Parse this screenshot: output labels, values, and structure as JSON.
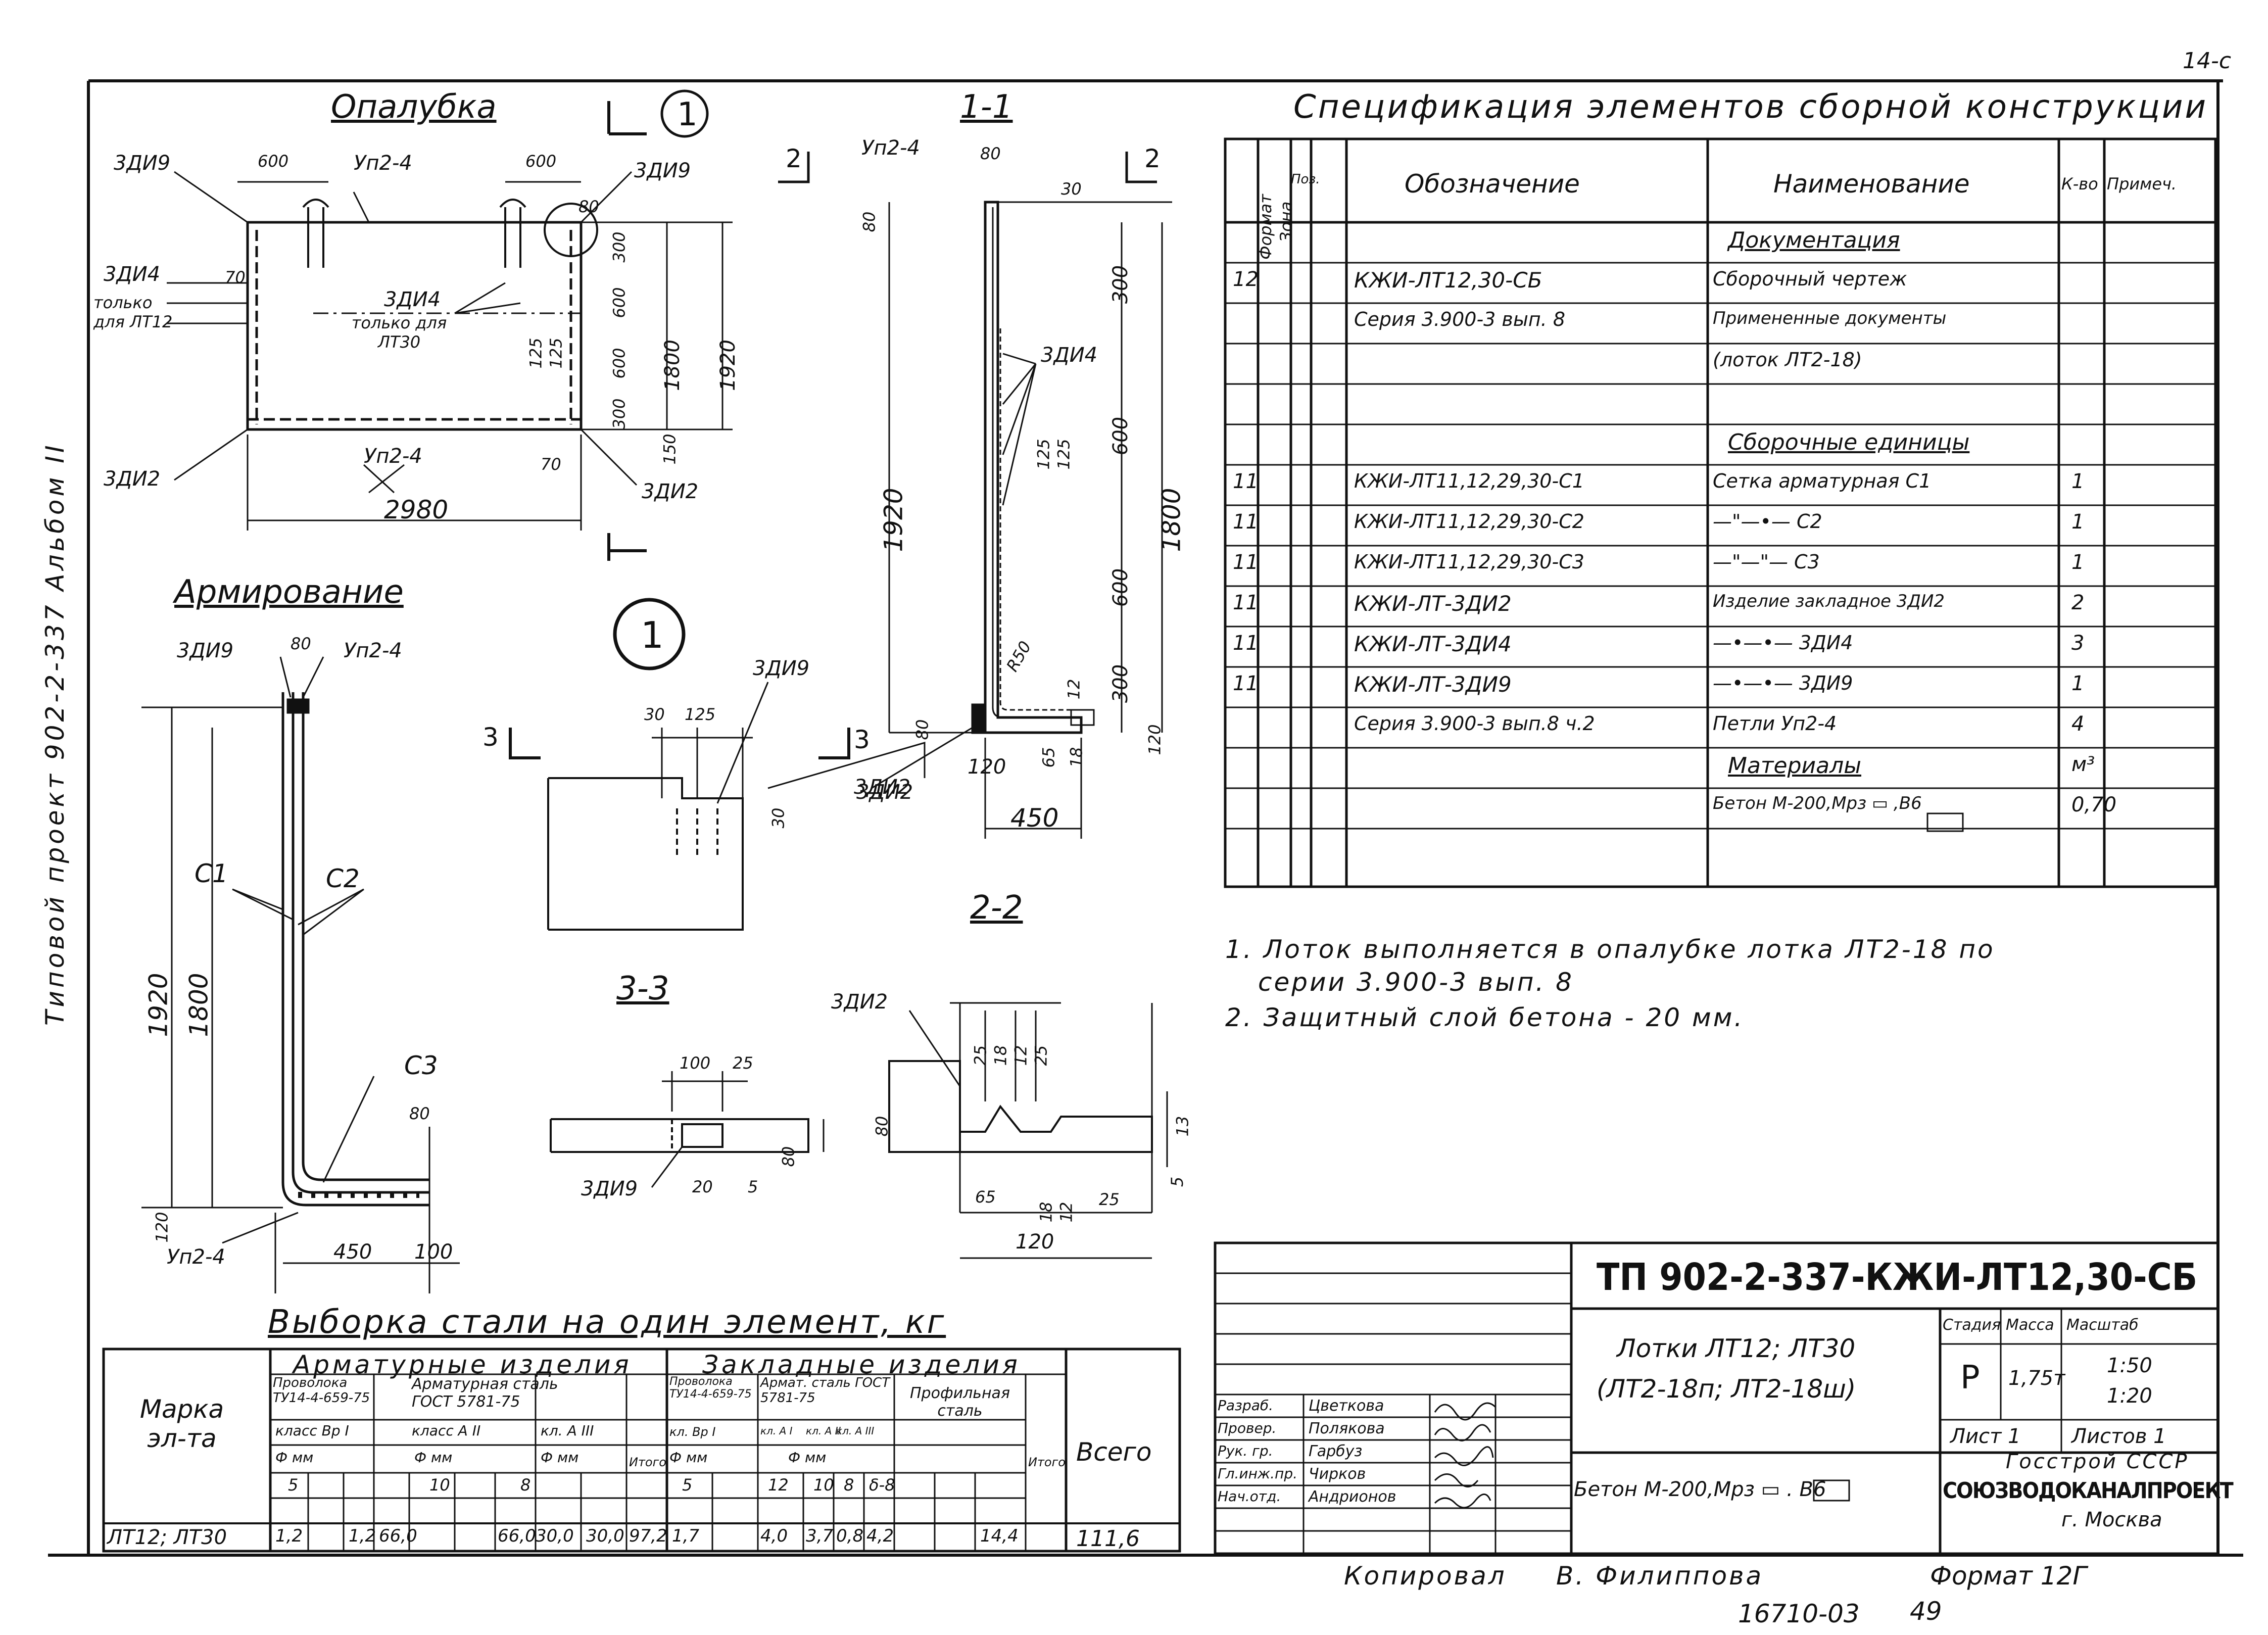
{
  "corner_mark": "14-с",
  "left_margin_text": "Типовой проект 902-2-337 Альбом II",
  "views": {
    "formwork_title": "Опалубка",
    "section_1_title": "1-1",
    "reinforcement_title": "Армирование",
    "section_2_title": "2-2",
    "section_3_title": "3-3",
    "callout_1": "1"
  },
  "formwork": {
    "labels": [
      "3ДИ9",
      "Уп2-4",
      "3ДИ9",
      "3ДИ4",
      "только для ЛТ12",
      "3ДИ4",
      "только для ЛТ30",
      "3ДИ2",
      "Уп2-4",
      "3ДИ2"
    ],
    "dims": [
      "600",
      "600",
      "300",
      "600",
      "600",
      "300",
      "1800",
      "1920",
      "2980",
      "70",
      "70",
      "125",
      "125",
      "150",
      "80"
    ]
  },
  "section11": {
    "labels": [
      "Уп2-4",
      "3ДИ4",
      "3ДИ2"
    ],
    "dims": [
      "80",
      "80",
      "30",
      "300",
      "600",
      "600",
      "300",
      "1920",
      "1800",
      "125",
      "125",
      "R50",
      "12",
      "80",
      "120",
      "65",
      "18",
      "120",
      "450",
      "2",
      "2"
    ]
  },
  "reinforcement": {
    "labels": [
      "3ДИ9",
      "Уп2-4",
      "С1",
      "С2",
      "С3",
      "Уп2-4"
    ],
    "dims": [
      "80",
      "1920",
      "1800",
      "80",
      "120",
      "450",
      "100"
    ]
  },
  "detail1": {
    "labels": [
      "3ДИ9",
      "3ДИ2"
    ],
    "dims": [
      "30",
      "125",
      "30",
      "3",
      "3"
    ]
  },
  "section33": {
    "labels": [
      "3ДИ9"
    ],
    "dims": [
      "100",
      "25",
      "80",
      "20",
      "5"
    ]
  },
  "section22": {
    "labels": [
      "3ДИ2"
    ],
    "dims": [
      "80",
      "25",
      "18",
      "12",
      "25",
      "13",
      "5",
      "65",
      "18",
      "12",
      "25",
      "120"
    ]
  },
  "spec": {
    "title": "Спецификация элементов сборной конструкции",
    "headers": [
      "Формат",
      "Зона",
      "Поз.",
      "Обозначение",
      "Наименование",
      "К-во",
      "Примеч."
    ],
    "rows": [
      {
        "fmt": "",
        "zone": "",
        "pos": "",
        "code": "",
        "name": "Документация",
        "qty": "",
        "note": "",
        "section": true
      },
      {
        "fmt": "12",
        "zone": "",
        "pos": "",
        "code": "КЖИ-ЛТ12,30-СБ",
        "name": "Сборочный чертеж",
        "qty": "",
        "note": ""
      },
      {
        "fmt": "",
        "zone": "",
        "pos": "",
        "code": "Серия 3.900-3 вып. 8",
        "name": "Примененные документы",
        "qty": "",
        "note": ""
      },
      {
        "fmt": "",
        "zone": "",
        "pos": "",
        "code": "",
        "name": "(лоток ЛТ2-18)",
        "qty": "",
        "note": ""
      },
      {
        "fmt": "",
        "zone": "",
        "pos": "",
        "code": "",
        "name": "",
        "qty": "",
        "note": ""
      },
      {
        "fmt": "",
        "zone": "",
        "pos": "",
        "code": "",
        "name": "Сборочные единицы",
        "qty": "",
        "note": "",
        "section": true
      },
      {
        "fmt": "11",
        "zone": "",
        "pos": "",
        "code": "КЖИ-ЛТ11,12,29,30-С1",
        "name": "Сетка арматурная С1",
        "qty": "1",
        "note": ""
      },
      {
        "fmt": "11",
        "zone": "",
        "pos": "",
        "code": "КЖИ-ЛТ11,12,29,30-С2",
        "name": "—\"—•— С2",
        "qty": "1",
        "note": ""
      },
      {
        "fmt": "11",
        "zone": "",
        "pos": "",
        "code": "КЖИ-ЛТ11,12,29,30-С3",
        "name": "—\"—\"— С3",
        "qty": "1",
        "note": ""
      },
      {
        "fmt": "11",
        "zone": "",
        "pos": "",
        "code": "КЖИ-ЛТ-3ДИ2",
        "name": "Изделие закладное 3ДИ2",
        "qty": "2",
        "note": ""
      },
      {
        "fmt": "11",
        "zone": "",
        "pos": "",
        "code": "КЖИ-ЛТ-3ДИ4",
        "name": "—•—•— 3ДИ4",
        "qty": "3",
        "note": ""
      },
      {
        "fmt": "11",
        "zone": "",
        "pos": "",
        "code": "КЖИ-ЛТ-3ДИ9",
        "name": "—•—•— 3ДИ9",
        "qty": "1",
        "note": ""
      },
      {
        "fmt": "",
        "zone": "",
        "pos": "",
        "code": "Серия 3.900-3 вып.8 ч.2",
        "name": "Петли Уп2-4",
        "qty": "4",
        "note": ""
      },
      {
        "fmt": "",
        "zone": "",
        "pos": "",
        "code": "",
        "name": "Материалы",
        "qty": "м³",
        "note": "",
        "section": true
      },
      {
        "fmt": "",
        "zone": "",
        "pos": "",
        "code": "",
        "name": "Бетон М-200,Мрз ▭ ,В6",
        "qty": "0,70",
        "note": ""
      },
      {
        "fmt": "",
        "zone": "",
        "pos": "",
        "code": "",
        "name": "",
        "qty": "",
        "note": ""
      }
    ]
  },
  "notes": [
    "1. Лоток выполняется в опалубке лотка ЛТ2-18 по",
    "серии 3.900-3 вып. 8",
    "2. Защитный слой бетона - 20 мм."
  ],
  "steel": {
    "title": "Выборка стали на один элемент, кг",
    "col_marka": "Марка эл-та",
    "group1": "Арматурные изделия",
    "group2": "Закладные изделия",
    "sub1a": "Проволока ТУ14-4-659-75",
    "sub1b": "Арматурная сталь ГОСТ 5781-75",
    "class1": "класс Вр I",
    "class2": "класс А II",
    "class3": "кл. А III",
    "phimm": "Ф мм",
    "itogo": "Итого",
    "sub2a": "Проволока ТУ14-4-659-75",
    "sub2b": "Армат. сталь ГОСТ 5781-75",
    "sub2c": "Профильная сталь",
    "class4": "кл. Вр I",
    "class5": "кл. А I",
    "class6": "кл. А II",
    "class7": "кл. А III",
    "vsego": "Всего",
    "sizes": [
      "5",
      "",
      "10",
      "",
      "8",
      "",
      "5",
      "12",
      "10",
      "8",
      "δ-8"
    ],
    "row": {
      "marka": "ЛТ12; ЛТ30",
      "values": [
        "1,2",
        "",
        "1,2",
        "66,0",
        "66,0",
        "30,0",
        "30,0",
        "97,2",
        "1,7",
        "4,0",
        "3,7",
        "0,8",
        "4,2",
        "",
        "14,4",
        "111,6"
      ]
    }
  },
  "title_block": {
    "code": "ТП 902-2-337-КЖИ-ЛТ12,30-СБ",
    "name_line1": "Лотки ЛТ12; ЛТ30",
    "name_line2": "(ЛТ2-18п; ЛТ2-18ш)",
    "material": "Бетон М-200,Мрз ▭ . В6",
    "stage_h": "Стадия",
    "mass_h": "Масса",
    "scale_h": "Масштаб",
    "stage": "Р",
    "mass": "1,75т",
    "scale1": "1:50",
    "scale2": "1:20",
    "sheet": "Лист 1",
    "sheets": "Листов 1",
    "org1": "Госстрой СССР",
    "org2": "СОЮЗВОДОКАНАЛПРОЕКТ",
    "org3": "г. Москва",
    "format": "Формат 12Г",
    "roles": [
      {
        "role": "Разраб.",
        "name": "Цветкова"
      },
      {
        "role": "Провер.",
        "name": "Полякова"
      },
      {
        "role": "Рук. гр.",
        "name": "Гарбуз"
      },
      {
        "role": "Гл.инж.пр.",
        "name": "Чирков"
      },
      {
        "role": "Нач.отд.",
        "name": "Андрионов"
      }
    ]
  },
  "footer": {
    "copied_label": "Копировал",
    "copied_name": "В. Филиппова",
    "number": "16710-03",
    "page": "49"
  }
}
